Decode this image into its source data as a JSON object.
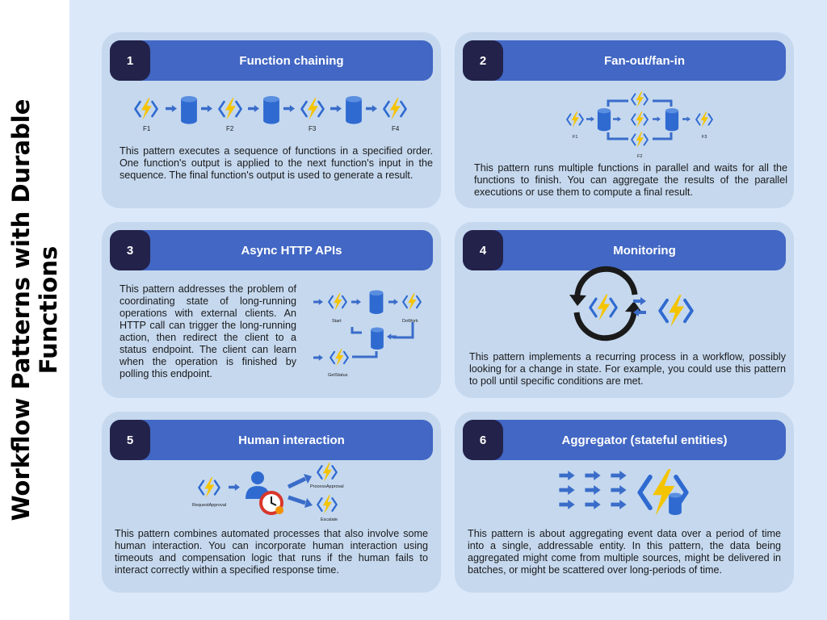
{
  "page": {
    "title": "Workflow Patterns with Durable Functions"
  },
  "cards": [
    {
      "number": "1",
      "title": "Function chaining",
      "labels": [
        "F1",
        "F2",
        "F3",
        "F4"
      ],
      "description": "This pattern executes a sequence of functions in a specified order. One function's output is applied to the next function's input in the sequence. The final function's output is used to generate a result."
    },
    {
      "number": "2",
      "title": "Fan-out/fan-in",
      "labels": [
        "F1",
        "F2",
        "F3"
      ],
      "description": "This pattern runs multiple functions in parallel and waits for all the functions to finish. You can aggregate the results of the parallel executions or use them to compute a final result."
    },
    {
      "number": "3",
      "title": "Async HTTP APIs",
      "labels": [
        "Start",
        "DoWork",
        "GetStatus"
      ],
      "description": "This pattern addresses the problem of coordinating state of long-running operations with external clients. An HTTP call can trigger the long-running action, then redirect the client to a status endpoint. The client can learn when the operation is finished by polling this endpoint."
    },
    {
      "number": "4",
      "title": "Monitoring",
      "description": "This pattern implements a recurring process in a workflow, possibly looking for a change in state. For example, you could use this pattern to poll until specific conditions are met."
    },
    {
      "number": "5",
      "title": "Human interaction",
      "labels": [
        "RequestApproval",
        "ProcessApproval",
        "Escalate"
      ],
      "description": "This pattern combines automated processes that also involve some human interaction. You can incorporate human interaction using timeouts and compensation logic that runs if the human fails to interact correctly within a specified response time."
    },
    {
      "number": "6",
      "title": "Aggregator (stateful entities)",
      "description": "This pattern is about aggregating event data over a period of time into a single, addressable entity. In this pattern, the data being aggregated might come from multiple sources, might be delivered in batches, or might be scattered over long-periods of time."
    }
  ],
  "colors": {
    "background": "#dbe8f9",
    "card": "#c5d8ee",
    "header": "#4267c4",
    "number_badge": "#23224a",
    "icon_blue": "#2f6ad0",
    "bolt": "#f5c400",
    "arrow": "#3a6cc9"
  }
}
